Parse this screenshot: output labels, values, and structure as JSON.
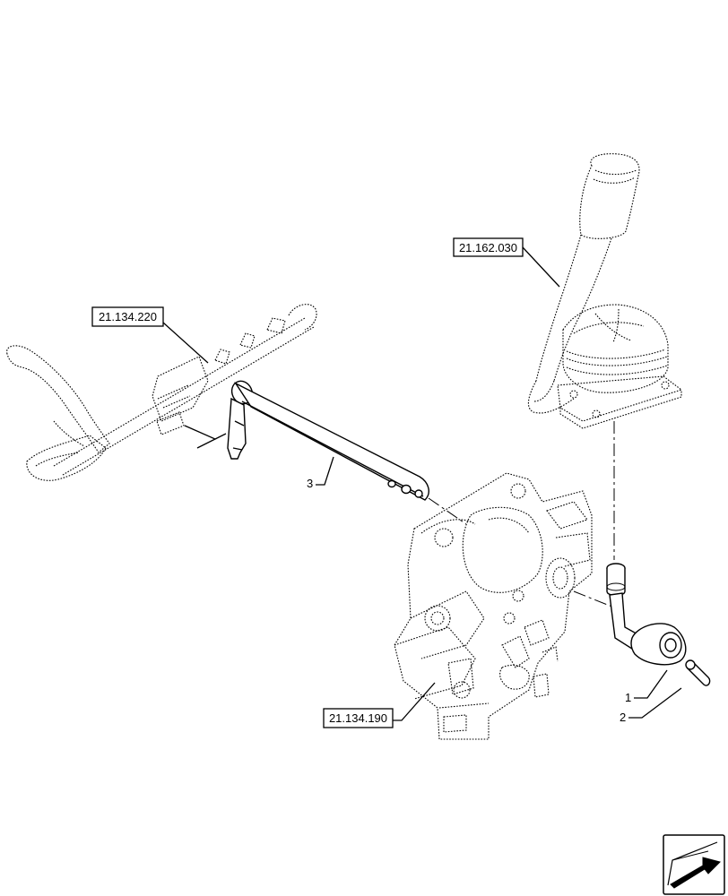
{
  "references": {
    "ref_top_right": "21.162.030",
    "ref_top_left": "21.134.220",
    "ref_bottom": "21.134.190"
  },
  "callouts": {
    "item_1": "1",
    "item_2": "2",
    "item_3": "3"
  },
  "icons": {
    "nav": "arrow-icon"
  }
}
